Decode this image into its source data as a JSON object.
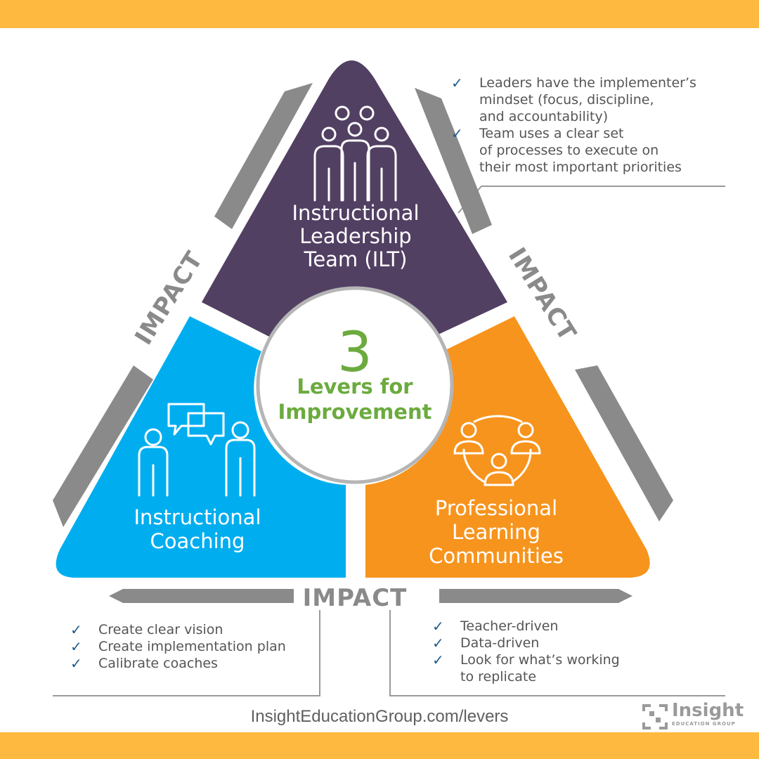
{
  "colors": {
    "band": "#fdb940",
    "ilt": "#524063",
    "coaching": "#00aeef",
    "plc": "#f7941d",
    "center_text": "#6bab3e",
    "impact_gray": "#8a8a8a",
    "check": "#1f5a8c"
  },
  "center": {
    "number": "3",
    "line1": "Levers for",
    "line2": "Improvement"
  },
  "segments": {
    "ilt": {
      "icon": "team-people-icon",
      "label_lines": [
        "Instructional",
        "Leadership",
        "Team (ILT)"
      ]
    },
    "coaching": {
      "icon": "coaching-conversation-icon",
      "label_lines": [
        "Instructional",
        "Coaching"
      ]
    },
    "plc": {
      "icon": "community-circle-icon",
      "label_lines": [
        "Professional",
        "Learning",
        "Communities"
      ]
    }
  },
  "impact_labels": {
    "left": "IMPACT",
    "right": "IMPACT",
    "bottom": "IMPACT"
  },
  "lists": {
    "ilt": [
      [
        "Leaders have the implementer’s",
        "mindset (focus, discipline,",
        "and accountability)"
      ],
      [
        "Team uses a clear set",
        "of processes to execute on",
        "their most important priorities"
      ]
    ],
    "coaching": [
      [
        "Create clear vision"
      ],
      [
        "Create implementation plan"
      ],
      [
        "Calibrate coaches"
      ]
    ],
    "plc": [
      [
        "Teacher-driven"
      ],
      [
        "Data-driven"
      ],
      [
        "Look for what’s working",
        "to replicate"
      ]
    ]
  },
  "check_glyph": "✓",
  "footer": {
    "url": "InsightEducationGroup.com/levers",
    "logo_name": "Insight",
    "logo_sub": "EDUCATION GROUP"
  }
}
